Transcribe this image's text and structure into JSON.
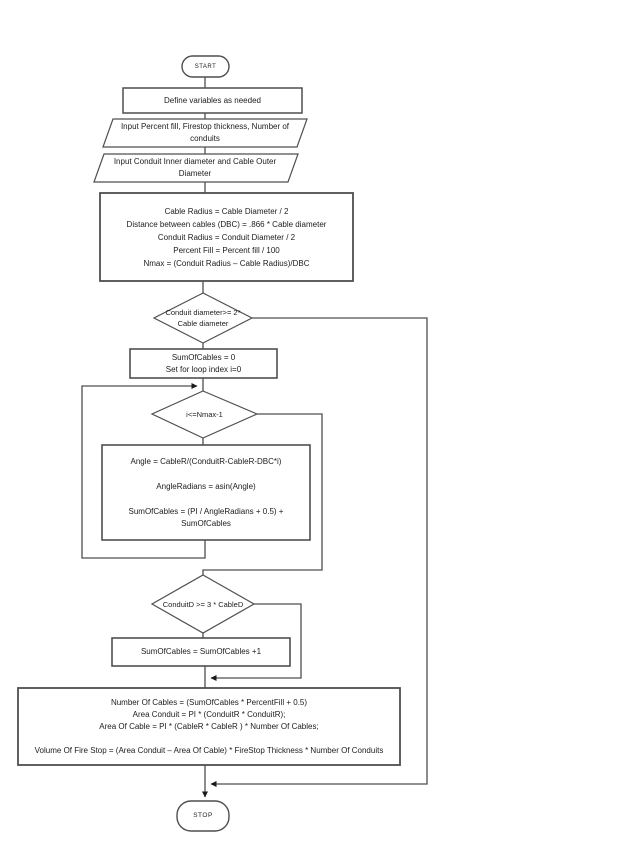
{
  "colors": {
    "line": "#4f4f4f",
    "text": "#1c1c1c",
    "background": "#ffffff"
  },
  "nodes": {
    "start": {
      "type": "terminator",
      "label": "START"
    },
    "define_variables": {
      "type": "process",
      "label": "Define variables as needed"
    },
    "input_fill": {
      "type": "input",
      "label": "Input Percent fill, Firestop thickness, Number of conduits"
    },
    "input_diameters": {
      "type": "input",
      "label": "Input Conduit Inner diameter and Cable Outer Diameter"
    },
    "setup_formulas": {
      "type": "process",
      "lines": [
        "Cable Radius = Cable Diameter / 2",
        "Distance between cables (DBC) = .866 * Cable diameter",
        "Conduit Radius = Conduit Diameter / 2",
        "Percent Fill = Percent fill / 100",
        "Nmax = (Conduit Radius – Cable Radius)/DBC"
      ]
    },
    "check_diameter": {
      "type": "decision",
      "line1": "Conduit diameter>= 2*",
      "line2": "Cable diameter"
    },
    "init_loop": {
      "type": "process",
      "line1": "SumOfCables = 0",
      "line2": "Set for loop index i=0"
    },
    "loop_condition": {
      "type": "decision",
      "label": "i<=Nmax-1"
    },
    "loop_body": {
      "type": "process",
      "lines": [
        "Angle = CableR/(ConduitR-CableR-DBC*i)",
        "AngleRadians = asin(Angle)",
        "SumOfCables  = (PI / AngleRadians + 0.5) + SumOfCables"
      ]
    },
    "check_three_cables": {
      "type": "decision",
      "label": "ConduitD >= 3 * CableD"
    },
    "increment_cables": {
      "type": "process",
      "label": "SumOfCables = SumOfCables +1"
    },
    "final_calculations": {
      "type": "process",
      "lines": [
        "Number Of Cables = (SumOfCables * PercentFill + 0.5)",
        "Area Conduit = PI * (ConduitR * ConduitR);",
        "Area Of Cable = PI * (CableR * CableR ) * Number Of Cables;",
        "Volume Of Fire Stop = (Area Conduit – Area Of Cable) * FireStop Thickness * Number Of Conduits"
      ]
    },
    "stop": {
      "type": "terminator",
      "label": "STOP"
    }
  },
  "edges": [
    {
      "from": "start",
      "to": "define_variables"
    },
    {
      "from": "define_variables",
      "to": "input_fill"
    },
    {
      "from": "input_fill",
      "to": "input_diameters"
    },
    {
      "from": "input_diameters",
      "to": "setup_formulas"
    },
    {
      "from": "setup_formulas",
      "to": "check_diameter"
    },
    {
      "from": "check_diameter",
      "to": "init_loop"
    },
    {
      "from": "check_diameter",
      "to": "stop",
      "note": "right bypass branch"
    },
    {
      "from": "init_loop",
      "to": "loop_condition"
    },
    {
      "from": "loop_condition",
      "to": "loop_body"
    },
    {
      "from": "loop_body",
      "to": "loop_condition",
      "note": "loop back"
    },
    {
      "from": "loop_condition",
      "to": "check_three_cables",
      "note": "loop exit"
    },
    {
      "from": "check_three_cables",
      "to": "increment_cables"
    },
    {
      "from": "check_three_cables",
      "to": "final_calculations",
      "note": "right bypass"
    },
    {
      "from": "increment_cables",
      "to": "final_calculations"
    },
    {
      "from": "final_calculations",
      "to": "stop"
    }
  ]
}
